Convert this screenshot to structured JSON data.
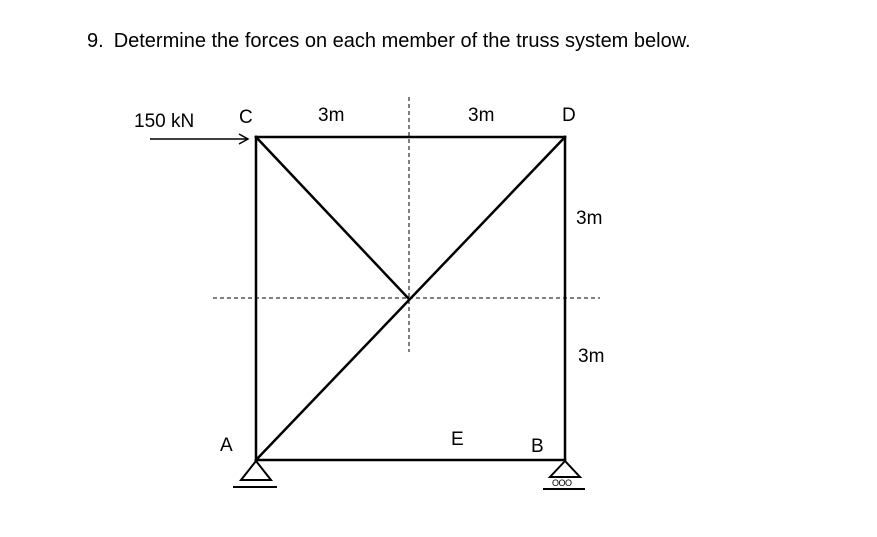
{
  "question": {
    "number": "9.",
    "text": "Determine the forces on each member of the truss system below."
  },
  "diagram": {
    "load_label": "150 kN",
    "nodes": {
      "A": "A",
      "B": "B",
      "C": "C",
      "D": "D",
      "E": "E"
    },
    "dimensions": {
      "top_left": "3m",
      "top_right": "3m",
      "right_upper": "3m",
      "right_lower": "3m"
    },
    "roller_marks": "OOO"
  }
}
